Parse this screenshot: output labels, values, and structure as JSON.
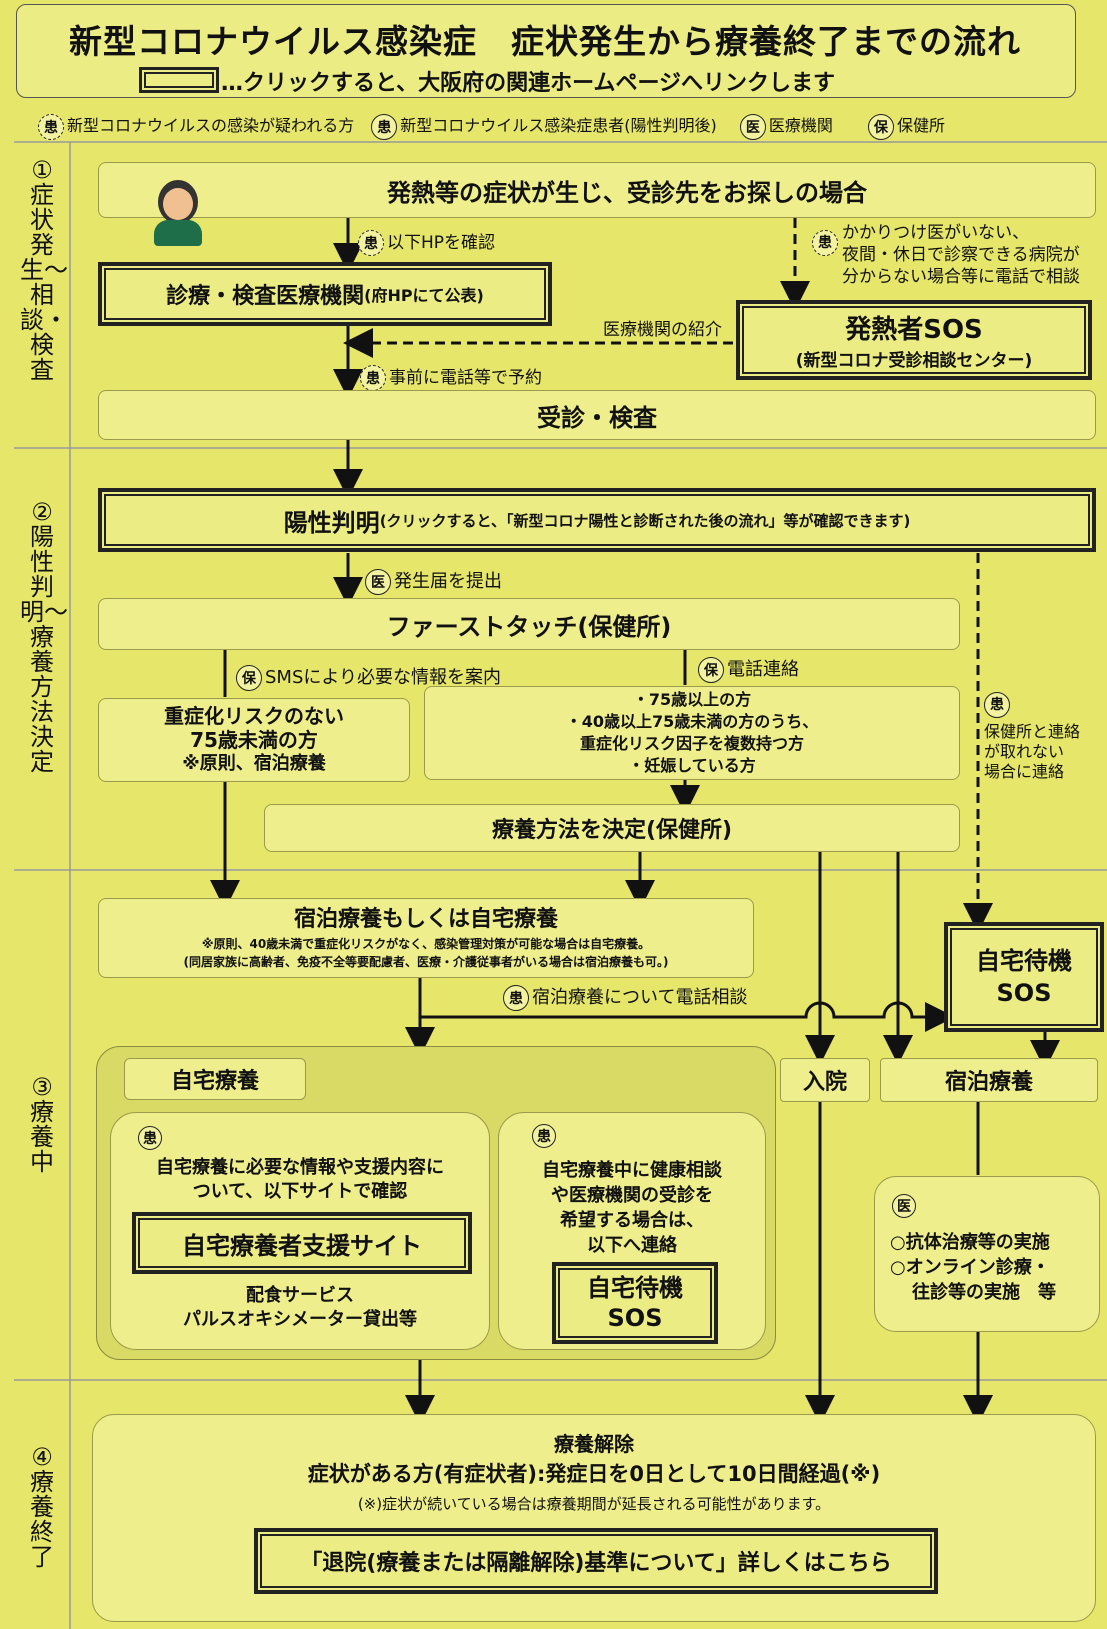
{
  "title": {
    "line1": "新型コロナウイルス感染症　症状発生から療養終了までの流れ",
    "line2": "…クリックすると、大阪府の関連ホームページへリンクします"
  },
  "legend": [
    {
      "mark": "患",
      "dashed": true,
      "text": "新型コロナウイルスの感染が疑われる方"
    },
    {
      "mark": "患",
      "dashed": false,
      "text": "新型コロナウイルス感染症患者(陽性判明後)"
    },
    {
      "mark": "医",
      "dashed": false,
      "text": "医療機関"
    },
    {
      "mark": "保",
      "dashed": false,
      "text": "保健所"
    }
  ],
  "phases": [
    {
      "num": "①",
      "label": "症状発生〜相談・検査"
    },
    {
      "num": "②",
      "label": "陽性判明〜療養方法決定"
    },
    {
      "num": "③",
      "label": "療養中"
    },
    {
      "num": "④",
      "label": "療養終了"
    }
  ],
  "sec1": {
    "symptom_box": "発熱等の症状が生じ、受診先をお探しの場合",
    "arrow_confirm": "以下HPを確認",
    "clinic_link": "診療・検査医療機関",
    "clinic_link_sub": "(府HPにて公表)",
    "nodoctor_line1": "かかりつけ医がいない、",
    "nodoctor_line2": "夜間・休日で診察できる病院が",
    "nodoctor_line3": "分からない場合等に電話で相談",
    "intro_label": "医療機関の紹介",
    "sos_title": "発熱者SOS",
    "sos_sub": "(新型コロナ受診相談センター)",
    "reserve": "事前に電話等で予約",
    "exam_box": "受診・検査"
  },
  "sec2": {
    "positive_title": "陽性判明",
    "positive_sub": "(クリックすると、「新型コロナ陽性と診断された後の流れ」等が確認できます)",
    "report": "発生届を提出",
    "firsttouch": "ファーストタッチ(保健所)",
    "sms": "SMSにより必要な情報を案内",
    "phone": "電話連絡",
    "lowrisk_1": "重症化リスクのない",
    "lowrisk_2": "75歳未満の方",
    "lowrisk_3": "※原則、宿泊療養",
    "highrisk_1": "・75歳以上の方",
    "highrisk_2": "・40歳以上75歳未満の方のうち、",
    "highrisk_3": "重症化リスク因子を複数持つ方",
    "highrisk_4": "・妊娠している方",
    "decide": "療養方法を決定(保健所)",
    "noreach_1": "保健所と連絡",
    "noreach_2": "が取れない",
    "noreach_3": "場合に連絡"
  },
  "sec3": {
    "hotel_or_home": "宿泊療養もしくは自宅療養",
    "note1": "※原則、40歳未満で重症化リスクがなく、感染管理対策が可能な場合は自宅療養。",
    "note2": "(同居家族に高齢者、免疫不全等要配慮者、医療・介護従事者がいる場合は宿泊療養も可。)",
    "hotel_phone": "宿泊療養について電話相談",
    "home_sos_1": "自宅待機",
    "home_sos_2": "SOS",
    "home_care": "自宅療養",
    "hosp": "入院",
    "hotel": "宿泊療養",
    "info_1": "自宅療養に必要な情報や支援内容に",
    "info_2": "ついて、以下サイトで確認",
    "support_site": "自宅療養者支援サイト",
    "meal": "配食サービス",
    "oximeter": "パルスオキシメーター貸出等",
    "consult_1": "自宅療養中に健康相談",
    "consult_2": "や医療機関の受診を",
    "consult_3": "希望する場合は、",
    "consult_4": "以下へ連絡",
    "med_1": "○抗体治療等の実施",
    "med_2": "○オンライン診療・",
    "med_3": "往診等の実施　等"
  },
  "sec4": {
    "release": "療養解除",
    "rule": "症状がある方(有症状者):発症日を0日として10日間経過(※)",
    "note": "(※)症状が続いている場合は療養期間が延長される可能性があります。",
    "link": "「退院(療養または隔離解除)基準について」詳しくはこちら"
  },
  "colors": {
    "background": "#e6e66a",
    "box": "#eeee8c",
    "line": "#222222"
  }
}
